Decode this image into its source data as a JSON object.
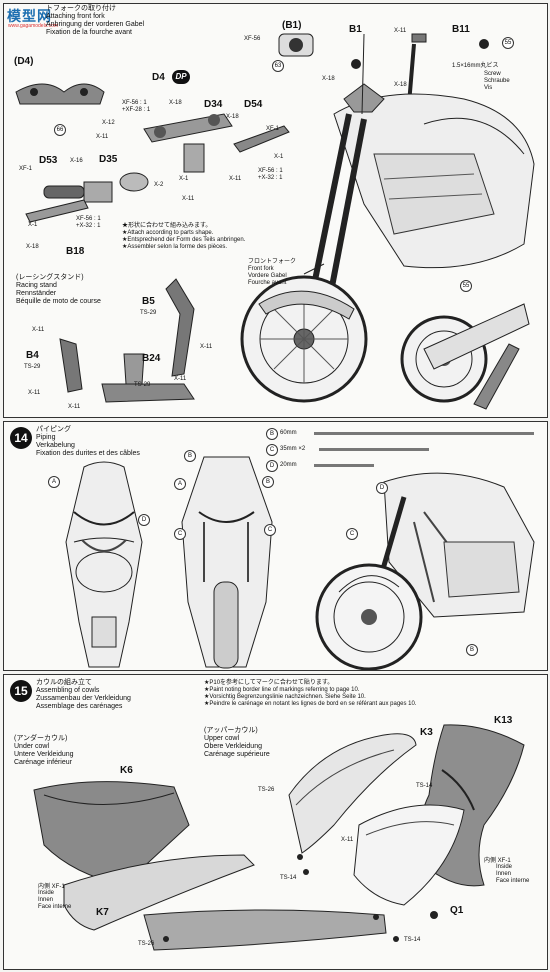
{
  "watermark": {
    "brand": "模型网",
    "url": "www.gagamodels.com"
  },
  "step13": {
    "title_jp": "トフォークの取り付け",
    "title_en": "Attaching front fork",
    "title_de": "Anbringung der vorderen Gabel",
    "title_fr": "Fixation de la fourche avant",
    "screw_note": [
      "1.5×16mm丸ビス",
      "Screw",
      "Schraube",
      "Vis"
    ],
    "notes": [
      "★形状に合わせて組み込みます。",
      "★Attach according to parts shape.",
      "★Entsprechend der Form des Teils anbringen.",
      "★Assembler selon la forme des pièces."
    ],
    "fork_label": [
      "フロントフォーク",
      "Front fork",
      "Vordere Gabel",
      "Fourche avant"
    ],
    "stand": [
      "(レーシングスタンド)",
      "Racing stand",
      "Rennständer",
      "Béquille de moto de course"
    ],
    "labels": {
      "b1a": "(B1)",
      "b1": "B1",
      "b11": "B11",
      "d4a": "(D4)",
      "d4": "D4",
      "dp": "DP",
      "d34": "D34",
      "d54": "D54",
      "d53": "D53",
      "d35": "D35",
      "b18": "B18",
      "b5": "B5",
      "b4": "B4",
      "b24": "B24"
    },
    "parts": {
      "xf56": "XF-56",
      "x11a": "X-11",
      "x18a": "X-18",
      "x12": "X-12",
      "x11b": "X-11",
      "x18b": "X-18",
      "x18c": "X-18",
      "xf1a": "XF-1",
      "xf56mix": "XF-56 : 1",
      "xf28mix": "+XF-28 : 1",
      "x1a": "X-1",
      "x2": "X-2",
      "x11c": "X-11",
      "xf56mix2": "XF-56 : 1",
      "x32mix2": "+X-32 : 1",
      "x11d": "X-11",
      "x1b": "X-1",
      "xf1b": "XF-1",
      "x16": "X-16",
      "x1c": "X-1",
      "xf56mix3": "XF-56 : 1",
      "x32mix3": "+X-32 : 1",
      "x18d": "X-18",
      "x11e": "X-11",
      "x18e": "X-18",
      "ts29a": "TS-29",
      "x11f": "X-11",
      "ts29b": "TS-29",
      "x11g": "X-11",
      "ts29c": "TS-29",
      "x11h": "X-11",
      "x11i": "X-11"
    },
    "refs": [
      "63",
      "66",
      "55",
      "55"
    ]
  },
  "step14": {
    "number": "14",
    "title_jp": "パイピング",
    "title_en": "Piping",
    "title_de": "Verkabelung",
    "title_fr": "Fixation des durites et des câbles",
    "pipes": [
      {
        "id": "B",
        "len": "60mm"
      },
      {
        "id": "C",
        "len": "35mm ×2"
      },
      {
        "id": "D",
        "len": "20mm"
      }
    ],
    "callouts": [
      "A",
      "D",
      "C",
      "B",
      "A",
      "B",
      "C",
      "D",
      "C",
      "B"
    ]
  },
  "step15": {
    "number": "15",
    "title_jp": "カウルの組み立て",
    "title_en": "Assembling of cowls",
    "title_de": "Zussamenbau der Verkleidung",
    "title_fr": "Assemblage des carénages",
    "notes": [
      "★P10を参考にしてマークに合わせて貼ります。",
      "★Paint noting border line of markings referring to page 10.",
      "★Vorsichtig Begrenzungslinie nachzeichnen. Siehe Seite 10.",
      "★Peindre le carénage en notant les lignes de bord en se référant aux pages 10."
    ],
    "under_cowl": [
      "(アンダーカウル)",
      "Under cowl",
      "Untere Verkleidung",
      "Carénage inférieur"
    ],
    "upper_cowl": [
      "(アッパーカウル)",
      "Upper cowl",
      "Obere Verkleidung",
      "Carénage supérieure"
    ],
    "labels": {
      "k6": "K6",
      "k7": "K7",
      "k3": "K3",
      "k13": "K13",
      "q1": "Q1"
    },
    "parts": {
      "xf1a": "内側 XF-1",
      "ts26a": "TS-26",
      "ts14a": "TS-14",
      "ts26b": "TS-26",
      "x11": "X-11",
      "ts14b": "TS-14",
      "ts14c": "TS-14",
      "xf1b": "内側 XF-1"
    },
    "inside_a": [
      "Inside",
      "Innen",
      "Face interne"
    ],
    "inside_b": [
      "Inside",
      "Innen",
      "Face interne"
    ]
  }
}
